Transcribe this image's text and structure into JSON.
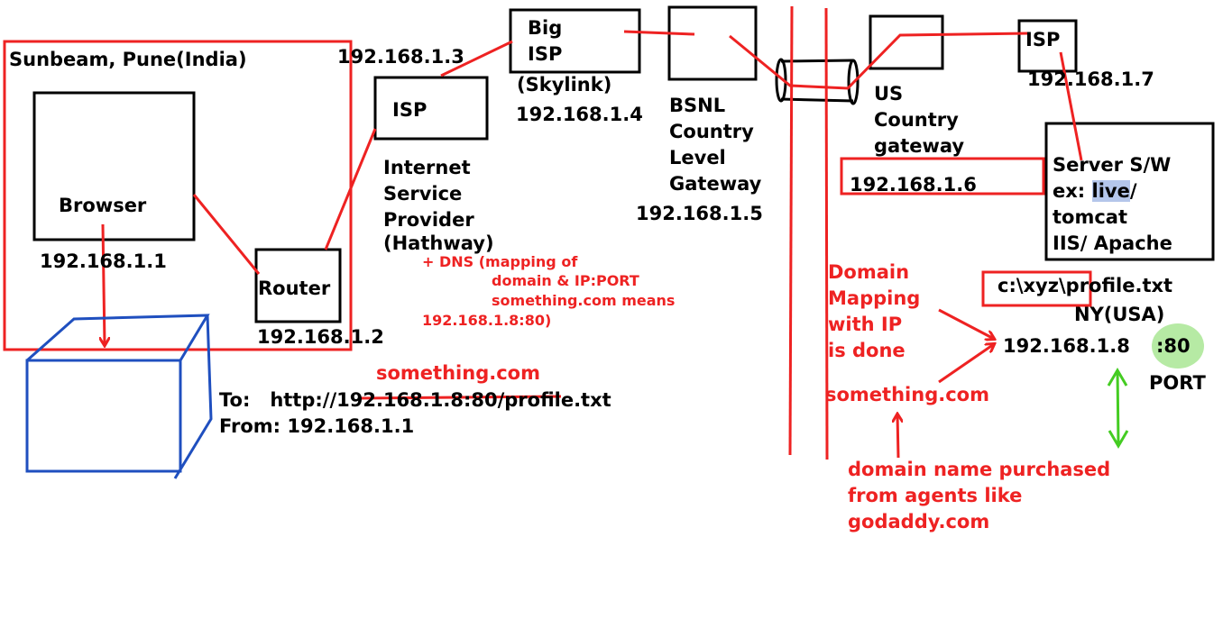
{
  "colors": {
    "red": "#ee2222",
    "black": "#000000",
    "blue": "#1f4fbf",
    "green": "#44cc22",
    "port_bg": "#b6eaa4",
    "highlight": "#b4c6ea"
  },
  "client_site": "Sunbeam, Pune(India)",
  "browser": {
    "label": "Browser",
    "ip": "192.168.1.1"
  },
  "router": {
    "label": "Router",
    "ip": "192.168.1.2"
  },
  "isp_local": {
    "label": "ISP",
    "ip": "192.168.1.3",
    "description": [
      "Internet",
      "Service",
      "Provider",
      "(Hathway)"
    ]
  },
  "dns_note": [
    "+ DNS (mapping of",
    "domain & IP:PORT",
    "something.com means",
    "192.168.1.8:80)"
  ],
  "big_isp": {
    "label": [
      "Big",
      "ISP"
    ],
    "name": "(Skylink)",
    "ip": "192.168.1.4"
  },
  "bsnl_gateway": {
    "label": [
      "BSNL",
      "Country",
      "Level",
      "Gateway"
    ],
    "ip": "192.168.1.5"
  },
  "us_gateway": {
    "label": [
      "US",
      "Country",
      "gateway"
    ],
    "ip": "192.168.1.6"
  },
  "isp_remote": {
    "label": "ISP",
    "ip": "192.168.1.7"
  },
  "server": {
    "lines": [
      "Server S/W",
      "ex: ",
      "live",
      "/",
      "tomcat",
      "IIS/ Apache"
    ]
  },
  "server_path": {
    "boxed": "c:\\xyz\\",
    "file": "profile.txt",
    "location": "NY(USA)",
    "ip": "192.168.1.8",
    "port_value": ":80",
    "port_label": "PORT"
  },
  "request": {
    "domain": "something.com",
    "to_label": "To:",
    "to_prefix": "http://",
    "to_struck": "192.168.1.8:80",
    "to_suffix": "/profile.txt",
    "from": "From: 192.168.1.1"
  },
  "domain_mapping": [
    "Domain",
    "Mapping",
    "with IP",
    "is done"
  ],
  "domain_name": "something.com",
  "purchase_note": [
    "domain name purchased",
    "from agents like",
    "godaddy.com"
  ]
}
